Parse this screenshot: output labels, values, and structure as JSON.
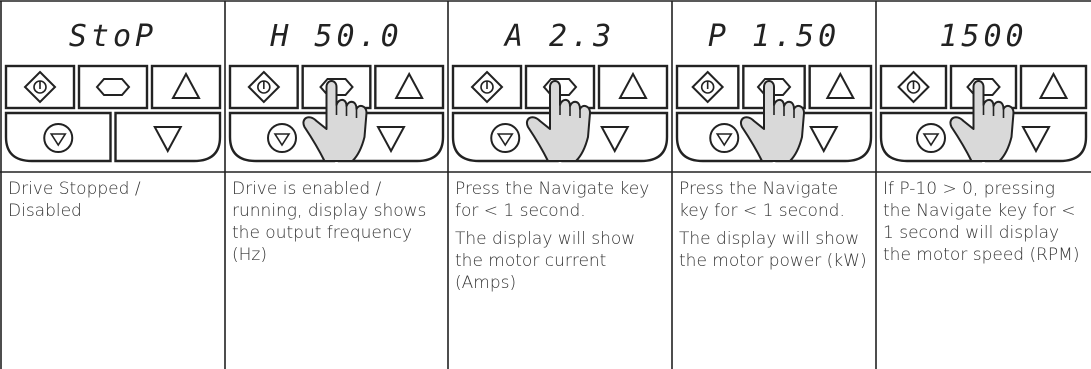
{
  "panels": [
    {
      "display": "StoP",
      "pressed": false,
      "description": [
        "Drive Stopped / Disabled"
      ]
    },
    {
      "display": "H 50.0",
      "pressed": true,
      "description": [
        "Drive is enabled / running, display shows the output frequency (Hz)"
      ]
    },
    {
      "display": "A   2.3",
      "pressed": true,
      "description": [
        "Press the Navigate key for < 1 second.",
        "The display will show the motor current (Amps)"
      ]
    },
    {
      "display": "P  1.50",
      "pressed": true,
      "description": [
        "Press the Navigate key for < 1 second.",
        "The display will show the motor power (kW)"
      ]
    },
    {
      "display": "1500",
      "pressed": true,
      "description": [
        "If P-10 > 0, pressing the Navigate key for < 1 second will display the motor speed (RPM)"
      ]
    }
  ],
  "colors": {
    "line": "#222222",
    "hand_fill": "#d9d9d9",
    "text": "#333333"
  },
  "icons": [
    "start-icon",
    "navigate-icon",
    "up-icon",
    "stop-icon",
    "down-icon",
    "hand-icon"
  ]
}
